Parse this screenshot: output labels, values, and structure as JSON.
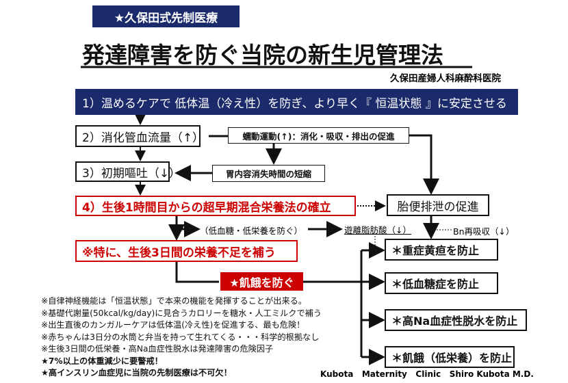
{
  "badge": "★久保田式先制医療",
  "title": "発達障害を防ぐ当院の新生児管理法",
  "clinic": "久保田産婦人科麻酔科医院",
  "step1": "1）温めるケアで 低体温（冷え性）を防ぎ、より早く『 恒温状態 』に安定させる",
  "step2": "2）消化管血流量（↑）",
  "step3": "3）初期嘔吐（↓）",
  "step4": "4）生後1時間目からの超早期混合栄養法の確立",
  "peristalsis": "蠕動運動(↑)：消化・吸収・排出の促進",
  "gastric": "胃内容消失時間の短縮",
  "meconium": "胎便排泄の促進",
  "prevent_label": "（低血糖・低栄養を防ぐ）",
  "ffa": "遊離脂肪酸（↓）",
  "bn": "Bn再吸収（↓）",
  "special": "※特に、生後3日間の栄養不足を補う",
  "starvation": "★飢餓を防ぐ",
  "outcomes": [
    "＊重症黄疸を防止",
    "＊低血糖症を防止",
    "＊高Na血症性脱水を防止",
    "＊飢餓（低栄養）を防止"
  ],
  "notes": [
    "※自律神経機能は「恒温状態」で本来の機能を発揮することが出来る。",
    "※基礎代謝量(50kcal/kg/day)に見合うカロリーを糖水・人工ミルクで補う",
    "※出生直後のカンガルーケアは低体温(冷え性)を促進する、最も危険！",
    "※赤ちゃんは3日分の水筒と弁当を持って生れてくる・・・科学的根拠なし",
    "※生後3日間の低栄養・高Na血症性脱水は発達障害の危険因子",
    "★7%以上の体重減少に要警戒！",
    "★高インスリン血症児に当院の先制医療は不可欠！"
  ],
  "footer": "Kubota   Maternity   Clinic   Shiro Kubota M.D.",
  "colors": {
    "navy": "#1b2a6b",
    "red": "#c00000"
  }
}
